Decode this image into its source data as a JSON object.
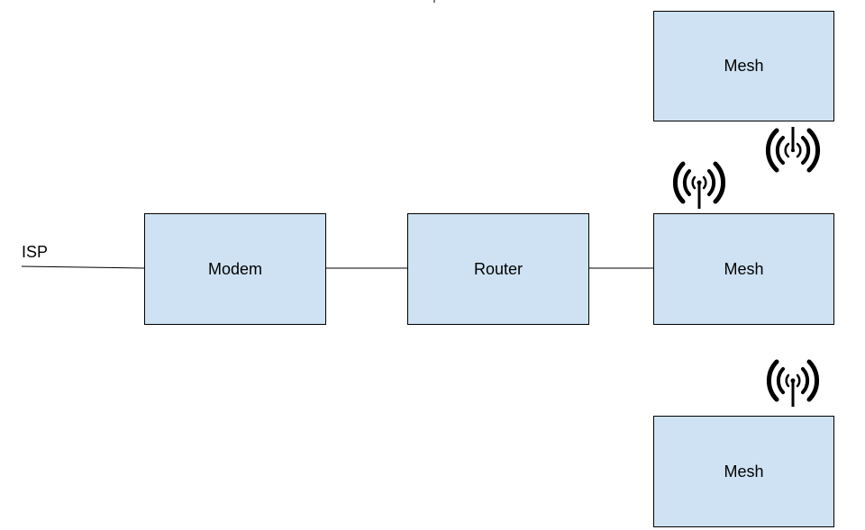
{
  "diagram": {
    "isp_label": "ISP",
    "nodes": {
      "modem": "Modem",
      "router": "Router",
      "mesh_top": "Mesh",
      "mesh_middle": "Mesh",
      "mesh_bottom": "Mesh"
    },
    "connections": [
      {
        "from": "ISP",
        "to": "Modem",
        "type": "wired"
      },
      {
        "from": "Modem",
        "to": "Router",
        "type": "wired"
      },
      {
        "from": "Router",
        "to": "Mesh (middle)",
        "type": "wired"
      },
      {
        "from": "Mesh (middle)",
        "to": "Mesh (top)",
        "type": "wireless"
      },
      {
        "from": "Mesh (middle)",
        "to": "Mesh (bottom)",
        "type": "wireless"
      }
    ],
    "icons": [
      "wireless-antenna-icon",
      "wireless-antenna-icon",
      "wireless-antenna-icon"
    ],
    "colors": {
      "node_fill": "#cfe2f3",
      "node_border": "#000000",
      "line": "#000000"
    }
  }
}
